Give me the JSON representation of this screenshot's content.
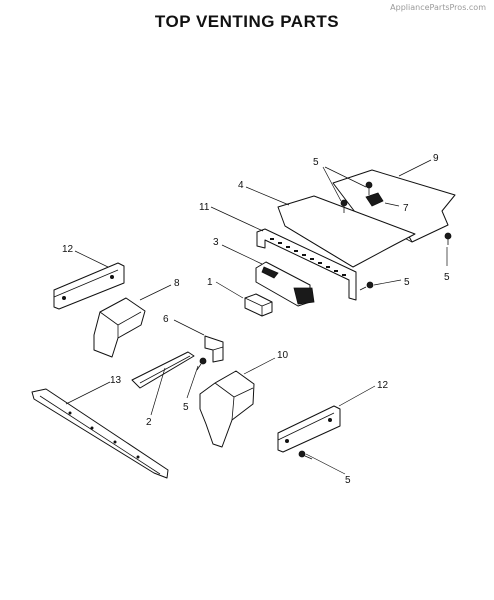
{
  "header": {
    "watermark": "AppliancePartsPros.com",
    "title": "TOP VENTING PARTS"
  },
  "diagram": {
    "callouts": [
      {
        "id": "c1",
        "label": "1"
      },
      {
        "id": "c2",
        "label": "2"
      },
      {
        "id": "c3",
        "label": "3"
      },
      {
        "id": "c4",
        "label": "4"
      },
      {
        "id": "c5a",
        "label": "5"
      },
      {
        "id": "c5b",
        "label": "5"
      },
      {
        "id": "c5c",
        "label": "5"
      },
      {
        "id": "c5d",
        "label": "5"
      },
      {
        "id": "c5e",
        "label": "5"
      },
      {
        "id": "c6",
        "label": "6"
      },
      {
        "id": "c7",
        "label": "7"
      },
      {
        "id": "c8",
        "label": "8"
      },
      {
        "id": "c9",
        "label": "9"
      },
      {
        "id": "c10",
        "label": "10"
      },
      {
        "id": "c11",
        "label": "11"
      },
      {
        "id": "c12a",
        "label": "12"
      },
      {
        "id": "c12b",
        "label": "12"
      },
      {
        "id": "c13",
        "label": "13"
      }
    ]
  }
}
